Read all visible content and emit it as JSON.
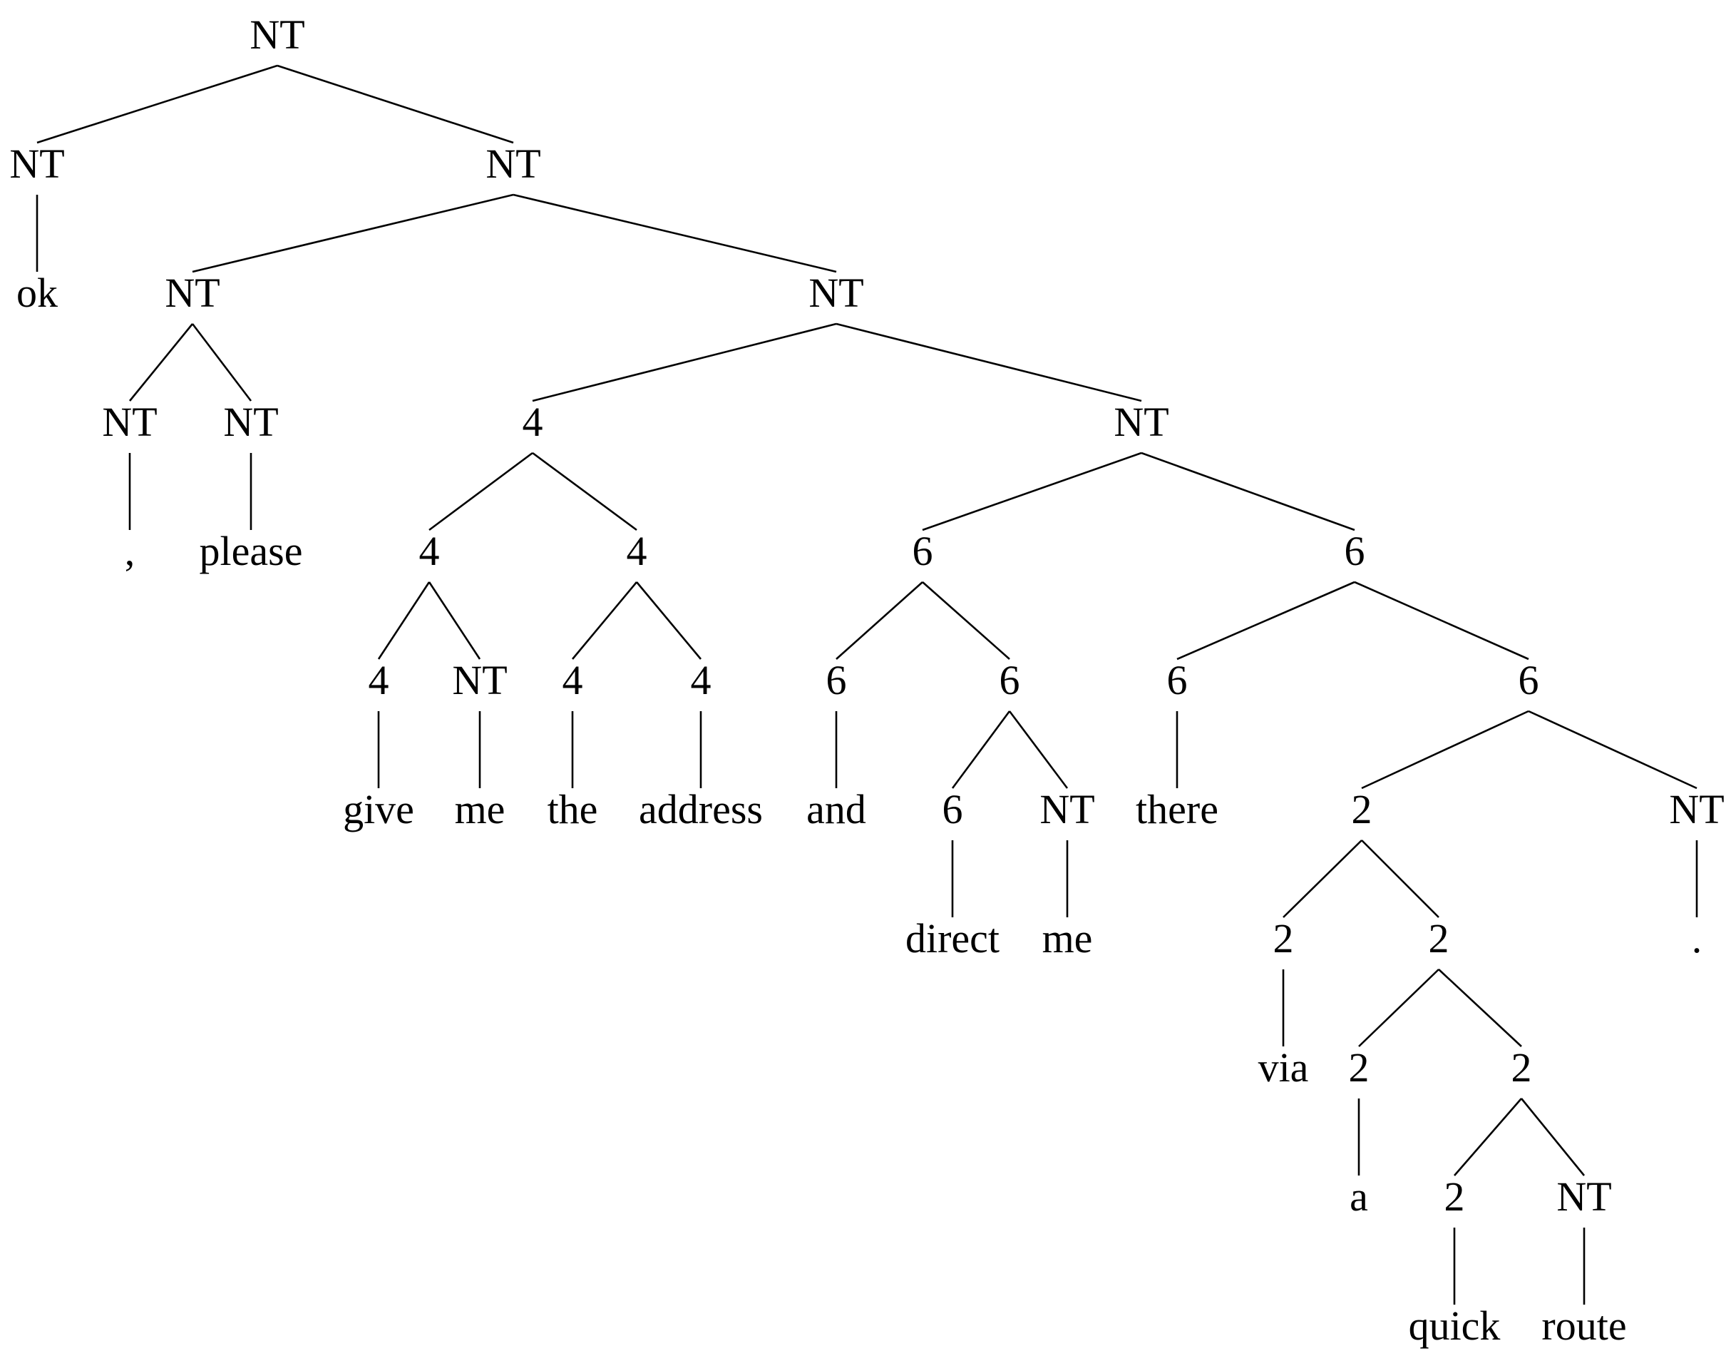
{
  "tree": {
    "label": "NT",
    "children": [
      {
        "label": "NT",
        "children": [
          {
            "label": "ok"
          }
        ]
      },
      {
        "label": "NT",
        "children": [
          {
            "label": "NT",
            "children": [
              {
                "label": "NT",
                "children": [
                  {
                    "label": ","
                  }
                ]
              },
              {
                "label": "NT",
                "children": [
                  {
                    "label": "please"
                  }
                ]
              }
            ]
          },
          {
            "label": "NT",
            "children": [
              {
                "label": "4",
                "children": [
                  {
                    "label": "4",
                    "children": [
                      {
                        "label": "4",
                        "children": [
                          {
                            "label": "give"
                          }
                        ]
                      },
                      {
                        "label": "NT",
                        "children": [
                          {
                            "label": "me"
                          }
                        ]
                      }
                    ]
                  },
                  {
                    "label": "4",
                    "children": [
                      {
                        "label": "4",
                        "children": [
                          {
                            "label": "the"
                          }
                        ]
                      },
                      {
                        "label": "4",
                        "children": [
                          {
                            "label": "address"
                          }
                        ]
                      }
                    ]
                  }
                ]
              },
              {
                "label": "NT",
                "children": [
                  {
                    "label": "6",
                    "children": [
                      {
                        "label": "6",
                        "children": [
                          {
                            "label": "and"
                          }
                        ]
                      },
                      {
                        "label": "6",
                        "children": [
                          {
                            "label": "6",
                            "children": [
                              {
                                "label": "direct"
                              }
                            ]
                          },
                          {
                            "label": "NT",
                            "children": [
                              {
                                "label": "me"
                              }
                            ]
                          }
                        ]
                      }
                    ]
                  },
                  {
                    "label": "6",
                    "children": [
                      {
                        "label": "6",
                        "children": [
                          {
                            "label": "there"
                          }
                        ]
                      },
                      {
                        "label": "6",
                        "children": [
                          {
                            "label": "2",
                            "children": [
                              {
                                "label": "2",
                                "children": [
                                  {
                                    "label": "via"
                                  }
                                ]
                              },
                              {
                                "label": "2",
                                "children": [
                                  {
                                    "label": "2",
                                    "children": [
                                      {
                                        "label": "a"
                                      }
                                    ]
                                  },
                                  {
                                    "label": "2",
                                    "children": [
                                      {
                                        "label": "2",
                                        "children": [
                                          {
                                            "label": "quick"
                                          }
                                        ]
                                      },
                                      {
                                        "label": "NT",
                                        "children": [
                                          {
                                            "label": "route"
                                          }
                                        ]
                                      }
                                    ]
                                  }
                                ]
                              }
                            ]
                          },
                          {
                            "label": "NT",
                            "children": [
                              {
                                "label": "."
                              }
                            ]
                          }
                        ]
                      }
                    ]
                  }
                ]
              }
            ]
          }
        ]
      }
    ]
  }
}
